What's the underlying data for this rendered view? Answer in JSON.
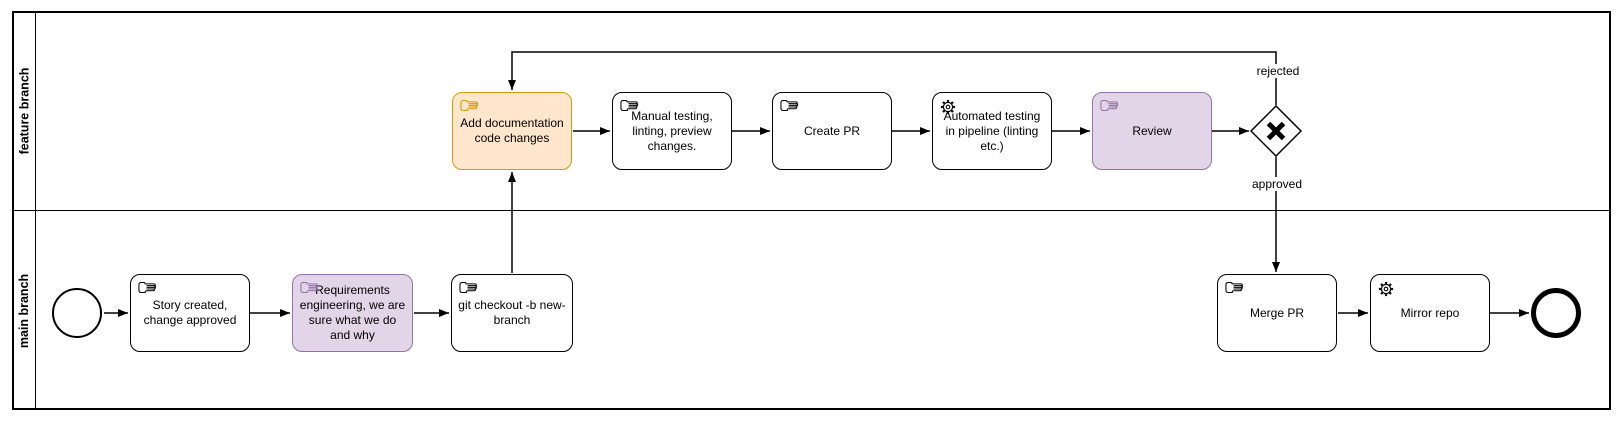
{
  "diagram": {
    "type": "bpmn-swimlane",
    "lanes": [
      {
        "label": "feature branch"
      },
      {
        "label": "main branch"
      }
    ],
    "colors": {
      "highlight_orange_fill": "#ffe6cc",
      "highlight_orange_stroke": "#d79b00",
      "highlight_purple_fill": "#e1d5e7",
      "highlight_purple_stroke": "#9673a6",
      "default_fill": "#ffffff",
      "default_stroke": "#000000"
    },
    "tasks": [
      {
        "label": "Add documentation code changes",
        "task_type": "manual",
        "style": "orange",
        "lane": "feature branch"
      },
      {
        "label": "Manual testing, linting, preview changes.",
        "task_type": "manual",
        "style": "default",
        "lane": "feature branch"
      },
      {
        "label": "Create PR",
        "task_type": "manual",
        "style": "default",
        "lane": "feature branch"
      },
      {
        "label": "Automated testing in pipeline (linting etc.)",
        "task_type": "service",
        "style": "default",
        "lane": "feature branch"
      },
      {
        "label": "Review",
        "task_type": "manual",
        "style": "purple",
        "lane": "feature branch"
      },
      {
        "label": "Story created, change approved",
        "task_type": "manual",
        "style": "default",
        "lane": "main branch"
      },
      {
        "label": "Requirements engineering, we are sure what we do and why",
        "task_type": "manual",
        "style": "purple",
        "lane": "main branch"
      },
      {
        "label": "git checkout -b new-branch",
        "task_type": "manual",
        "style": "default",
        "lane": "main branch"
      },
      {
        "label": "Merge PR",
        "task_type": "manual",
        "style": "default",
        "lane": "main branch"
      },
      {
        "label": "Mirror repo",
        "task_type": "service",
        "style": "default",
        "lane": "main branch"
      }
    ],
    "events": [
      {
        "type": "start",
        "lane": "main branch"
      },
      {
        "type": "end",
        "lane": "main branch"
      }
    ],
    "gateway": {
      "type": "exclusive",
      "marker": "X",
      "lane": "feature branch"
    },
    "edge_labels": {
      "rejected": "rejected",
      "approved": "approved"
    },
    "flows": [
      {
        "from": "start-event",
        "to": "Story created, change approved"
      },
      {
        "from": "Story created, change approved",
        "to": "Requirements engineering, we are sure what we do and why"
      },
      {
        "from": "Requirements engineering, we are sure what we do and why",
        "to": "git checkout -b new-branch"
      },
      {
        "from": "git checkout -b new-branch",
        "to": "Add documentation code changes"
      },
      {
        "from": "Add documentation code changes",
        "to": "Manual testing, linting, preview changes."
      },
      {
        "from": "Manual testing, linting, preview changes.",
        "to": "Create PR"
      },
      {
        "from": "Create PR",
        "to": "Automated testing in pipeline (linting etc.)"
      },
      {
        "from": "Automated testing in pipeline (linting etc.)",
        "to": "Review"
      },
      {
        "from": "Review",
        "to": "exclusive-gateway"
      },
      {
        "from": "exclusive-gateway",
        "to": "Add documentation code changes",
        "label": "rejected"
      },
      {
        "from": "exclusive-gateway",
        "to": "Merge PR",
        "label": "approved"
      },
      {
        "from": "Merge PR",
        "to": "Mirror repo"
      },
      {
        "from": "Mirror repo",
        "to": "end-event"
      }
    ]
  }
}
